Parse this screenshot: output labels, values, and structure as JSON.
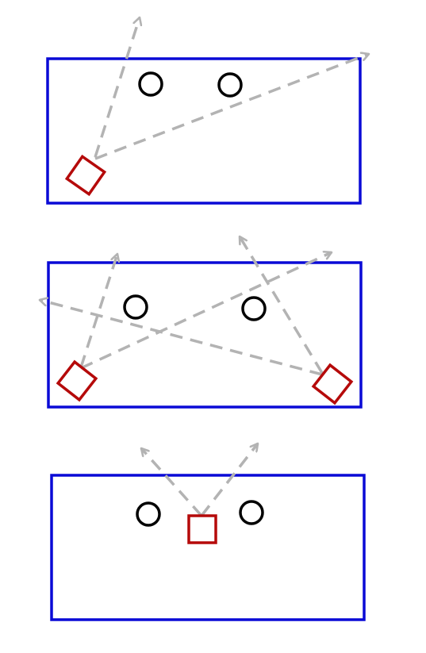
{
  "colors": {
    "background": "#ffffff",
    "frame": "#0a0ad6",
    "marker": "#b50a0a",
    "circle": "#000000",
    "ray": "#b3b3b3"
  },
  "panels": [
    {
      "id": "panel-1",
      "circles": 2,
      "markers": 1,
      "rays": 2
    },
    {
      "id": "panel-2",
      "circles": 2,
      "markers": 2,
      "rays": 4
    },
    {
      "id": "panel-3",
      "circles": 2,
      "markers": 1,
      "rays": 2
    }
  ]
}
